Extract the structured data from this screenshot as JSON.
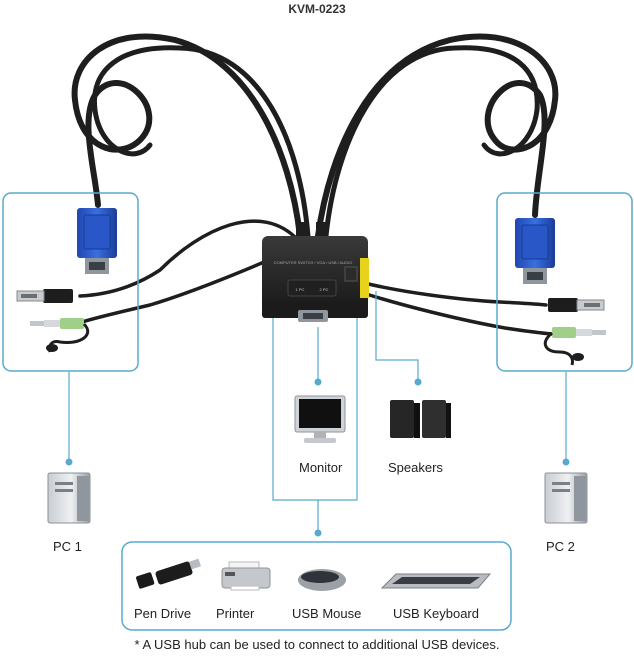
{
  "title": "KVM-0223",
  "device": {
    "name": "KVM-0223",
    "front_text": "COMPUTER SWITCH / VGA / USB / AUDIO",
    "port1_label": "1 PC",
    "port2_label": "2 PC"
  },
  "nodes": {
    "monitor": "Monitor",
    "speakers": "Speakers",
    "pc1": "PC 1",
    "pc2": "PC 2",
    "pen_drive": "Pen Drive",
    "printer": "Printer",
    "usb_mouse": "USB Mouse",
    "usb_keyboard": "USB Keyboard"
  },
  "footnote": "* A USB hub can be used to connect to additional USB devices.",
  "colors": {
    "connector_line": "#58aacd",
    "vga_blue": "#1f4fb8",
    "device_yellow": "#e9d21c"
  }
}
